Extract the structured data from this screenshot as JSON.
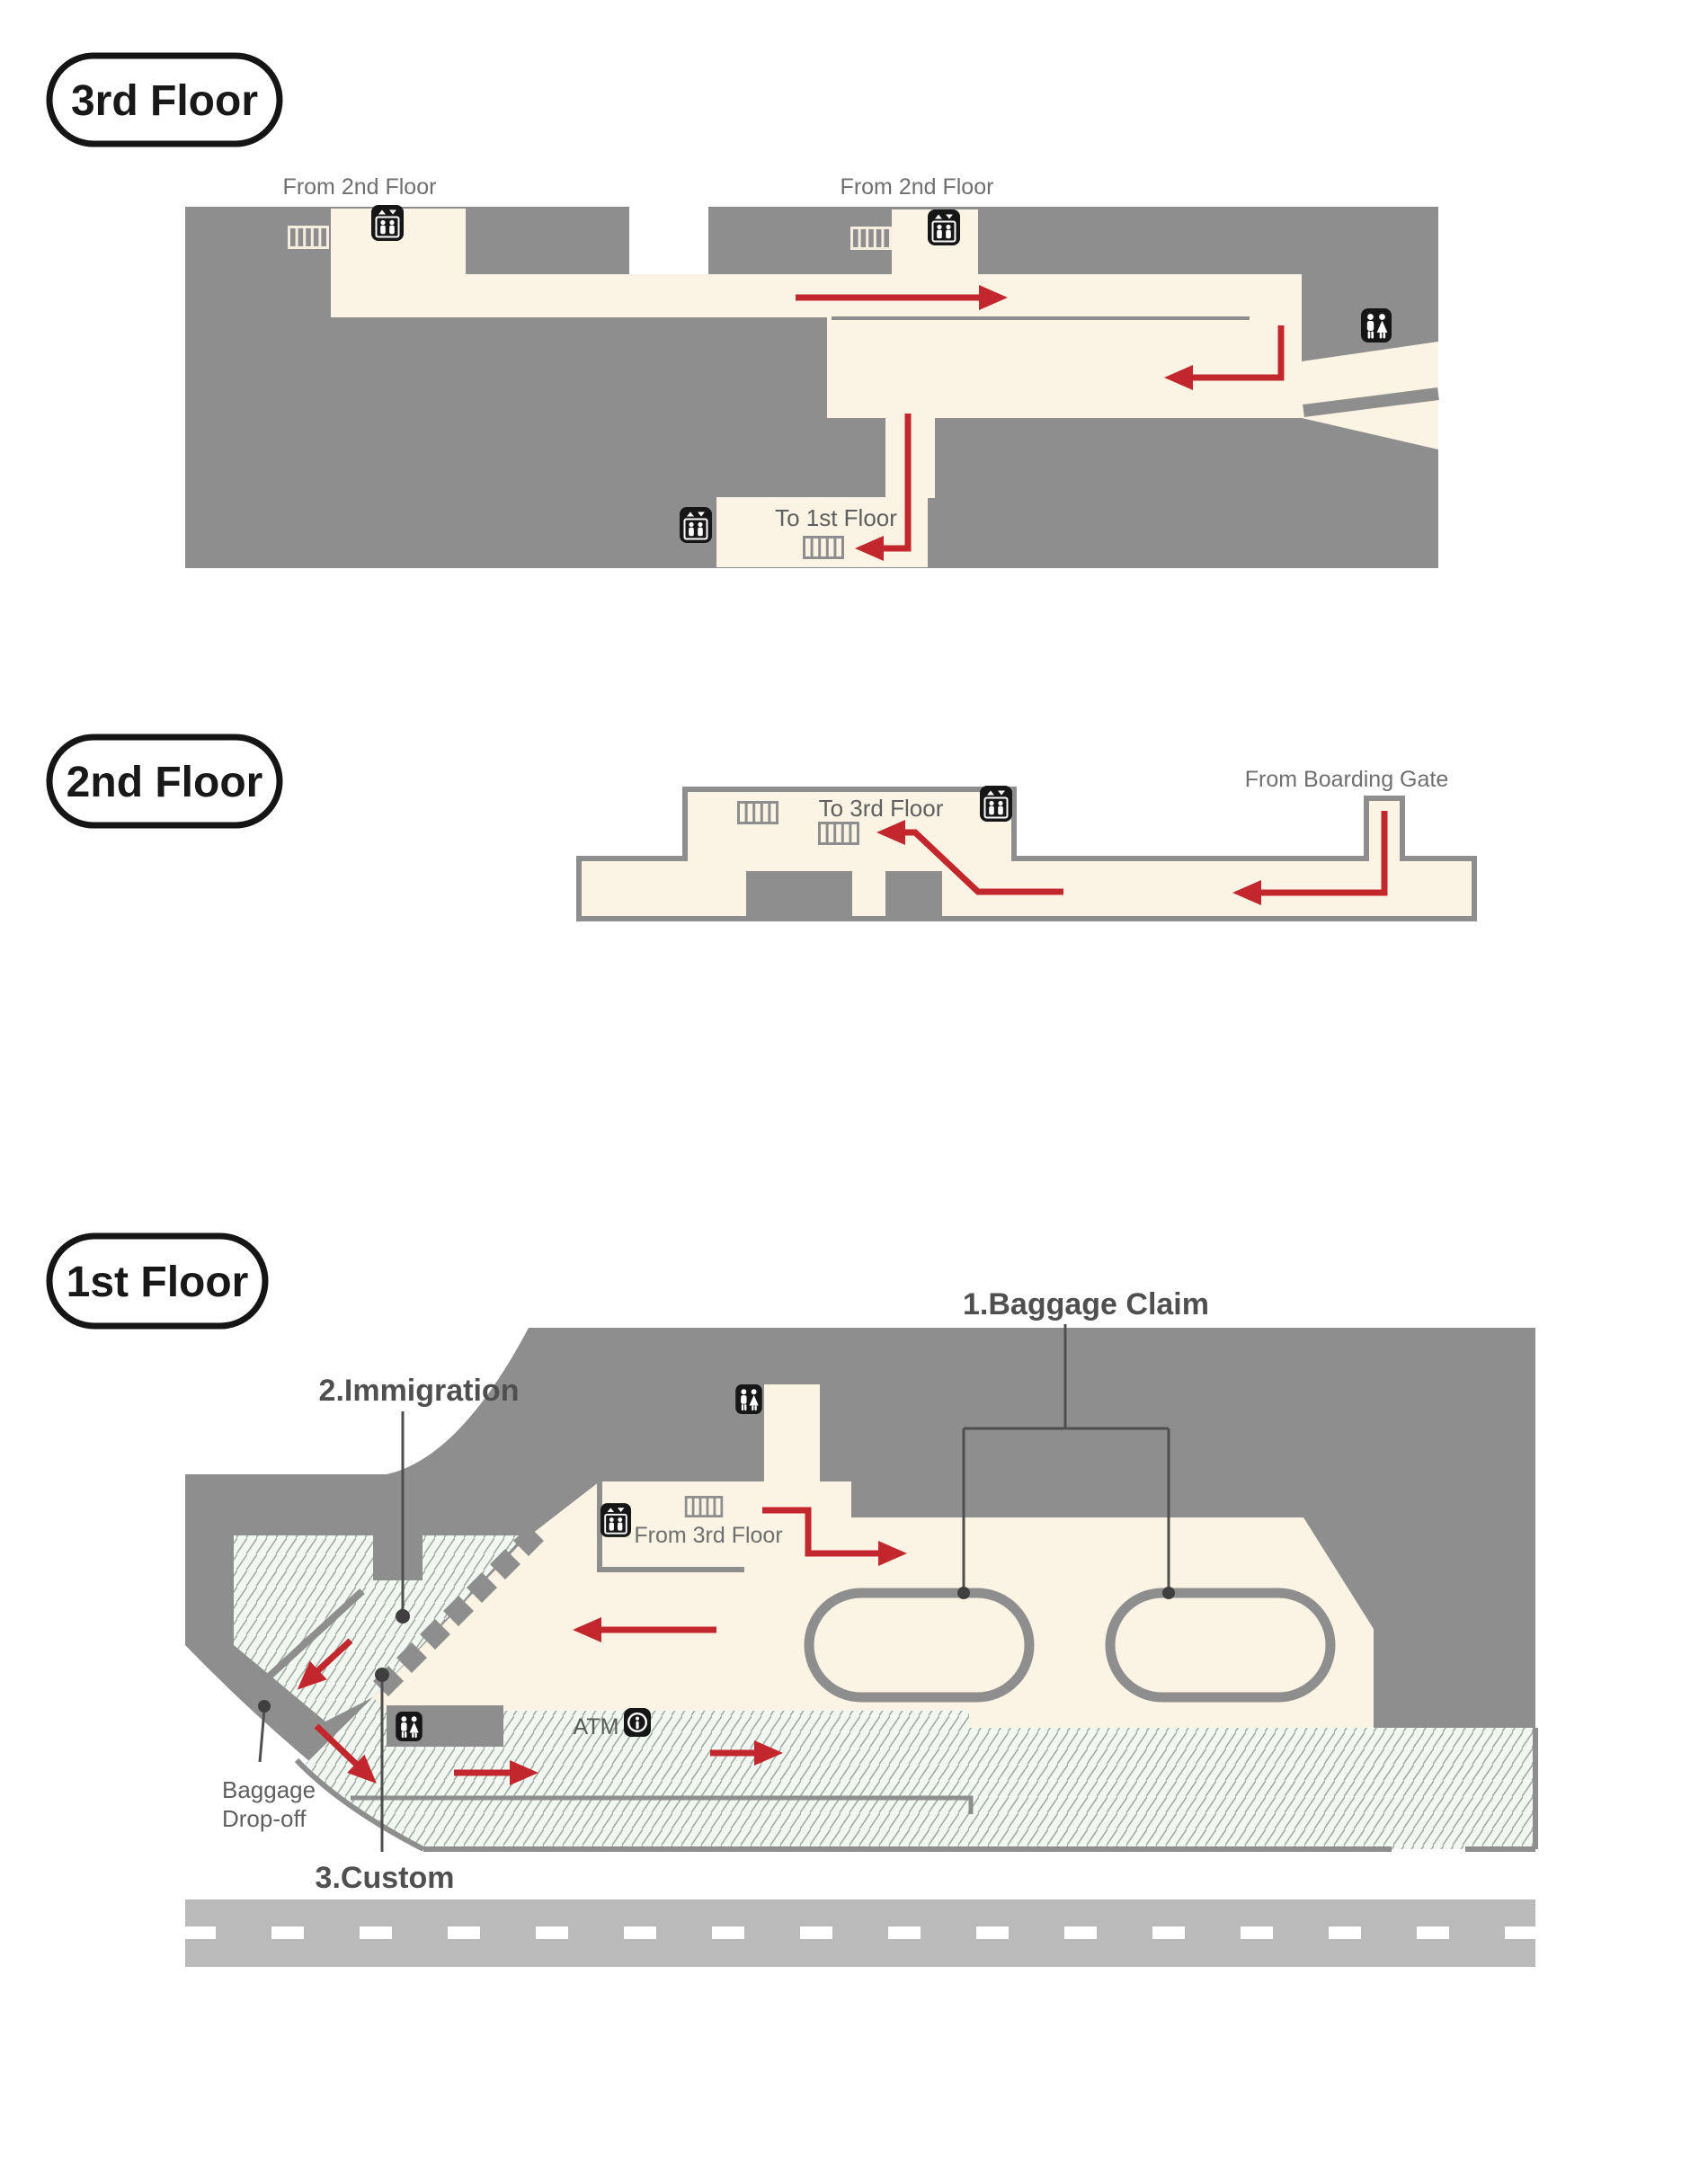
{
  "title": "Airport arrival floor guide map",
  "colors": {
    "wall_gray": "#8e8e8e",
    "road_gray": "#bababa",
    "floor_cream": "#fbf3e4",
    "hatch_bg": "#f1f7f1",
    "hatch_line": "#a3aca3",
    "arrow_red": "#c1272d",
    "icon_black": "#161616",
    "label_gray": "#6f6f6f",
    "dark_label_gray": "#4f4f4f"
  },
  "floor3": {
    "badge": "3rd Floor",
    "from_2nd_a": "From 2nd Floor",
    "from_2nd_b": "From 2nd Floor",
    "to_1st": "To 1st Floor",
    "icons": [
      "stairs",
      "elevator",
      "restroom"
    ]
  },
  "floor2": {
    "badge": "2nd Floor",
    "to_3rd": "To 3rd Floor",
    "from_boarding": "From Boarding Gate",
    "icons": [
      "stairs",
      "elevator"
    ]
  },
  "floor1": {
    "badge": "1st Floor",
    "baggage_claim": "1.Baggage Claim",
    "immigration": "2.Immigration",
    "custom": "3.Custom",
    "baggage_drop_line1": "Baggage",
    "baggage_drop_line2": "Drop-off",
    "from_3rd": "From 3rd Floor",
    "atm": "ATM",
    "icons": [
      "restroom",
      "elevator",
      "stairs",
      "info"
    ]
  }
}
